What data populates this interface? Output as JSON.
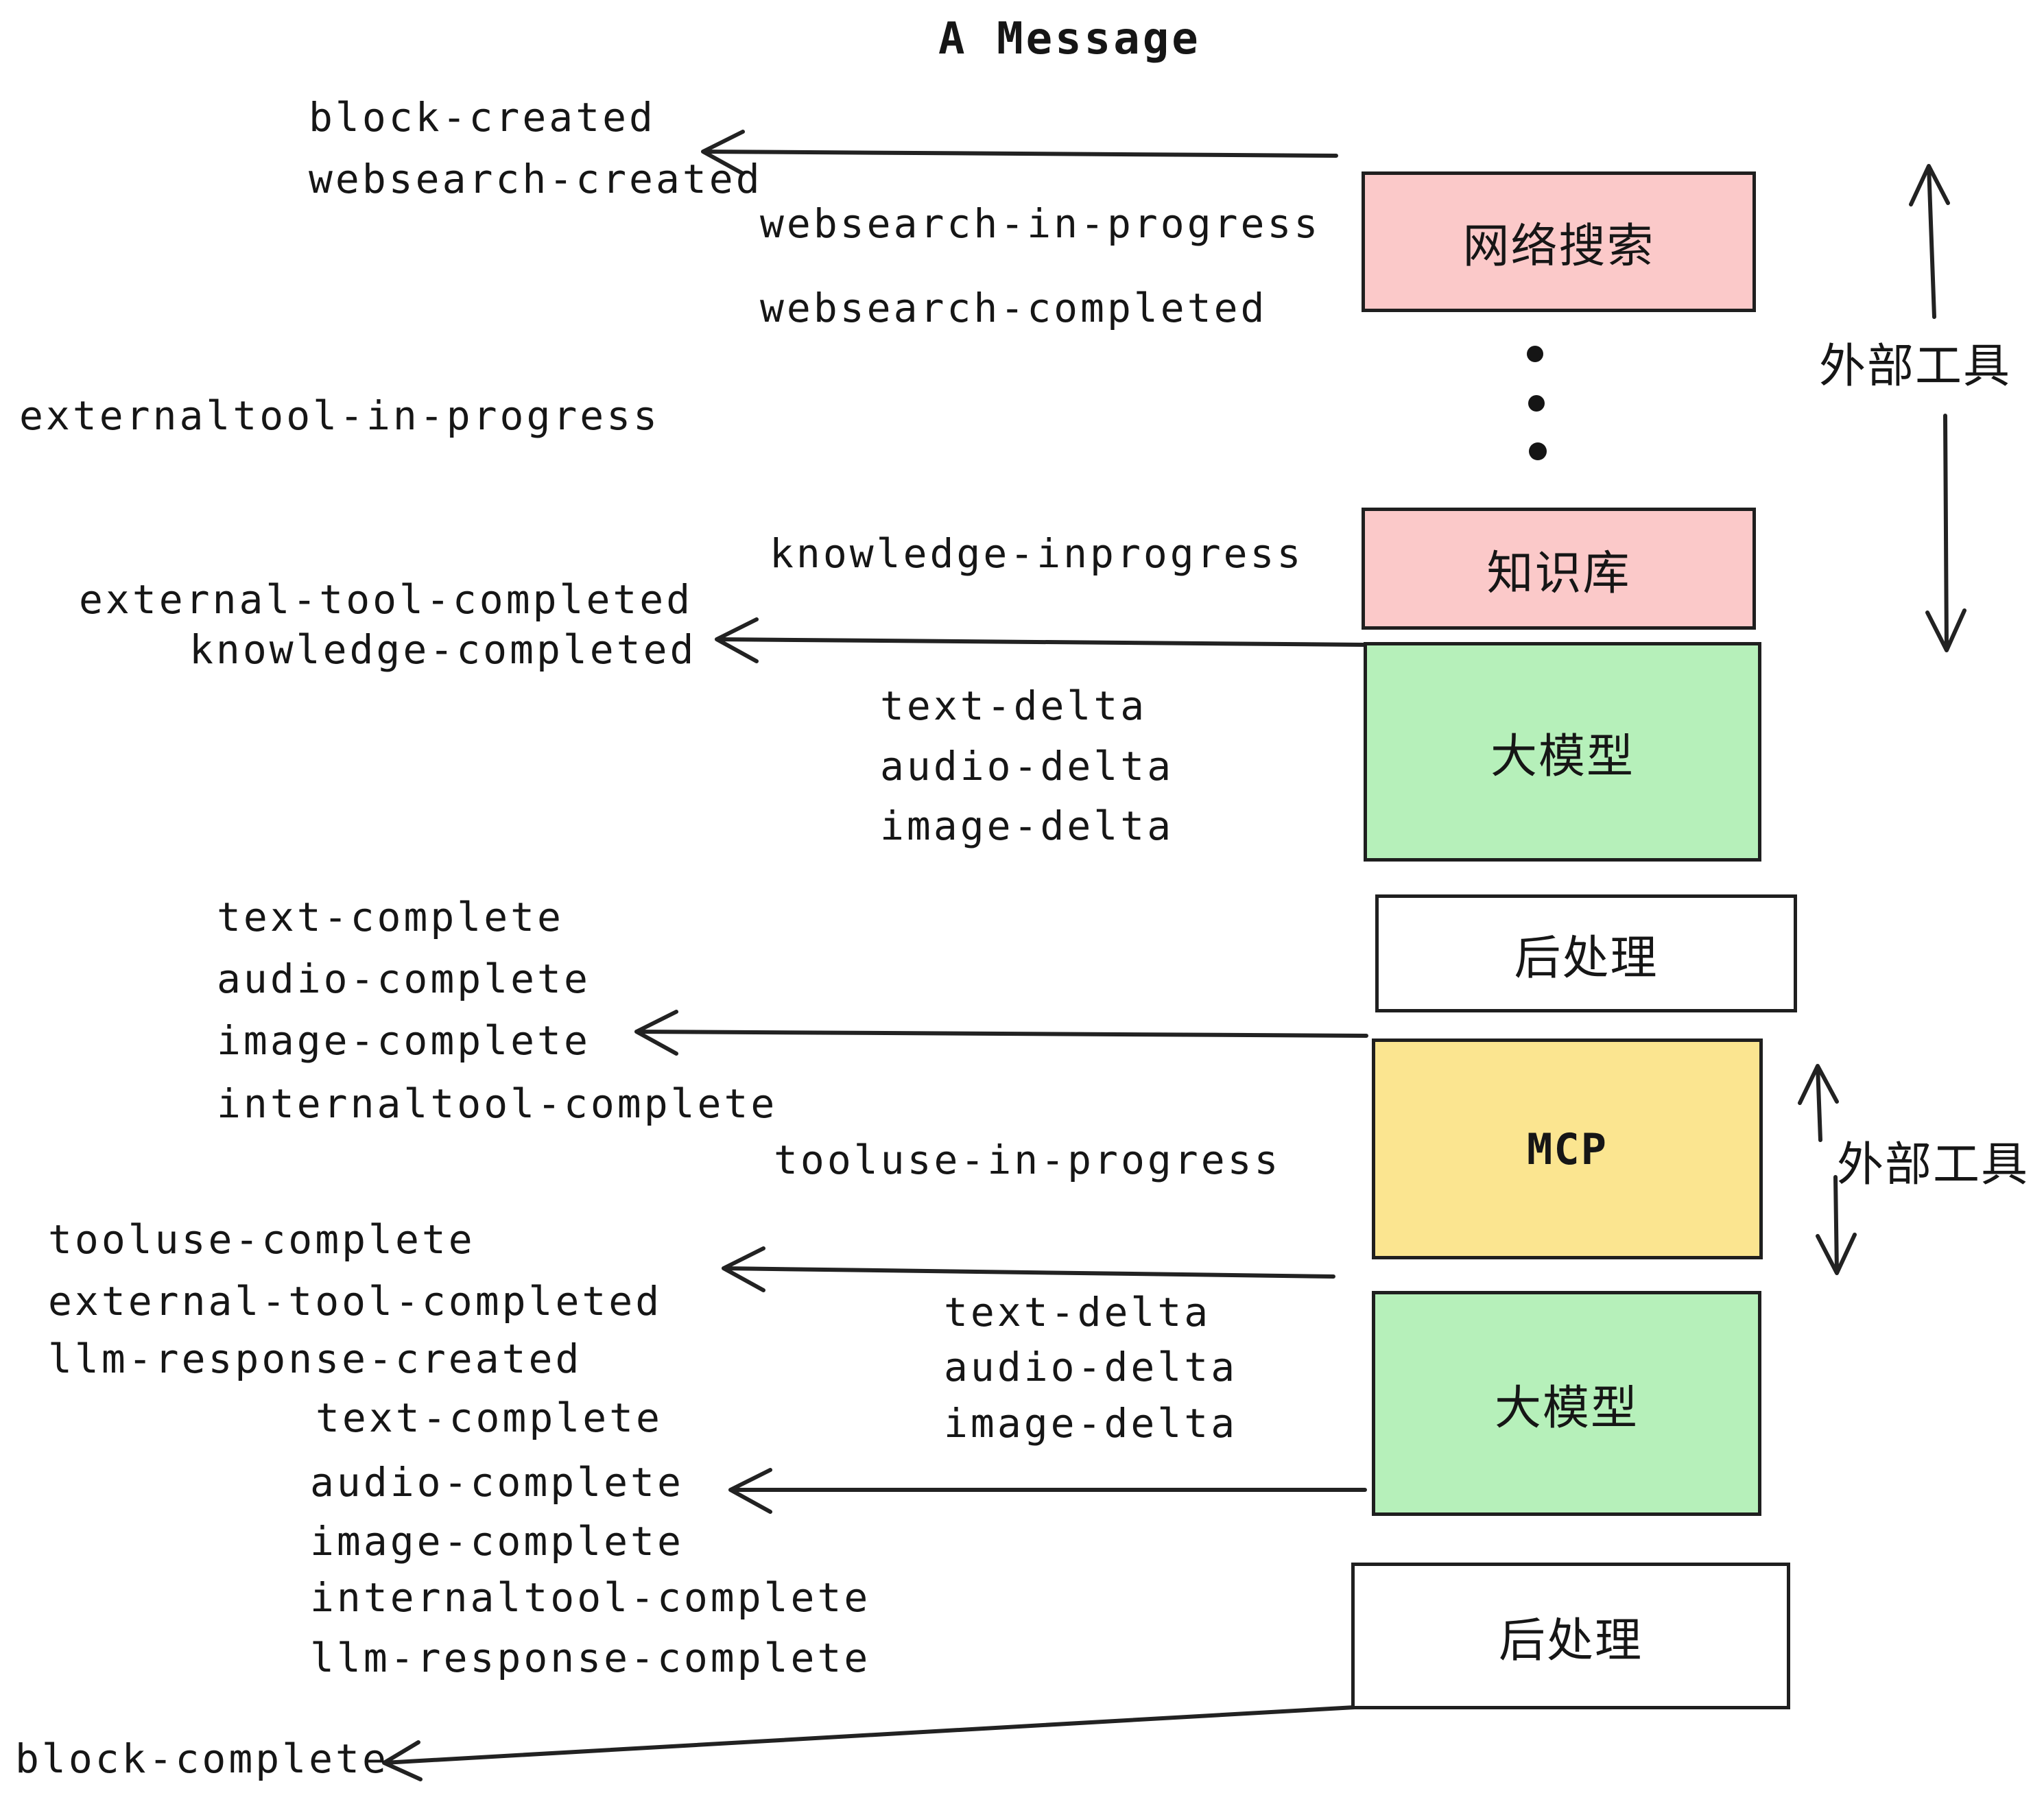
{
  "title": "A Message",
  "colors": {
    "pink": "#fbc9c9",
    "green": "#b6f0ba",
    "yellow": "#fbe590",
    "white": "#ffffff",
    "line": "#222222",
    "text": "#161616"
  },
  "boxes": [
    {
      "name": "web-search",
      "label": "网络搜索",
      "fill": "#fbc9c9"
    },
    {
      "name": "knowledge-base",
      "label": "知识库",
      "fill": "#fbc9c9"
    },
    {
      "name": "llm-1",
      "label": "大模型",
      "fill": "#b6f0ba"
    },
    {
      "name": "post-process-1",
      "label": "后处理",
      "fill": "#ffffff"
    },
    {
      "name": "mcp",
      "label": "MCP",
      "fill": "#fbe590"
    },
    {
      "name": "llm-2",
      "label": "大模型",
      "fill": "#b6f0ba"
    },
    {
      "name": "post-process-2",
      "label": "后处理",
      "fill": "#ffffff"
    }
  ],
  "side_labels": [
    {
      "name": "external-tools-1",
      "label": "外部工具"
    },
    {
      "name": "external-tools-2",
      "label": "外部工具"
    }
  ],
  "icons": {
    "ellipsis": "vertical-dots"
  },
  "events": [
    {
      "text": "block-created"
    },
    {
      "text": "websearch-created"
    },
    {
      "text": "websearch-in-progress"
    },
    {
      "text": "websearch-completed"
    },
    {
      "text": "externaltool-in-progress"
    },
    {
      "text": "knowledge-inprogress"
    },
    {
      "text": "external-tool-completed"
    },
    {
      "text": "knowledge-completed"
    },
    {
      "text": "text-delta"
    },
    {
      "text": "audio-delta"
    },
    {
      "text": "image-delta"
    },
    {
      "text": "text-complete"
    },
    {
      "text": "audio-complete"
    },
    {
      "text": "image-complete"
    },
    {
      "text": "internaltool-complete"
    },
    {
      "text": "tooluse-in-progress"
    },
    {
      "text": "tooluse-complete"
    },
    {
      "text": "external-tool-completed"
    },
    {
      "text": "llm-response-created"
    },
    {
      "text": "text-complete"
    },
    {
      "text": "text-delta"
    },
    {
      "text": "audio-delta"
    },
    {
      "text": "image-delta"
    },
    {
      "text": "audio-complete"
    },
    {
      "text": "image-complete"
    },
    {
      "text": "internaltool-complete"
    },
    {
      "text": "llm-response-complete"
    },
    {
      "text": "block-complete"
    }
  ]
}
